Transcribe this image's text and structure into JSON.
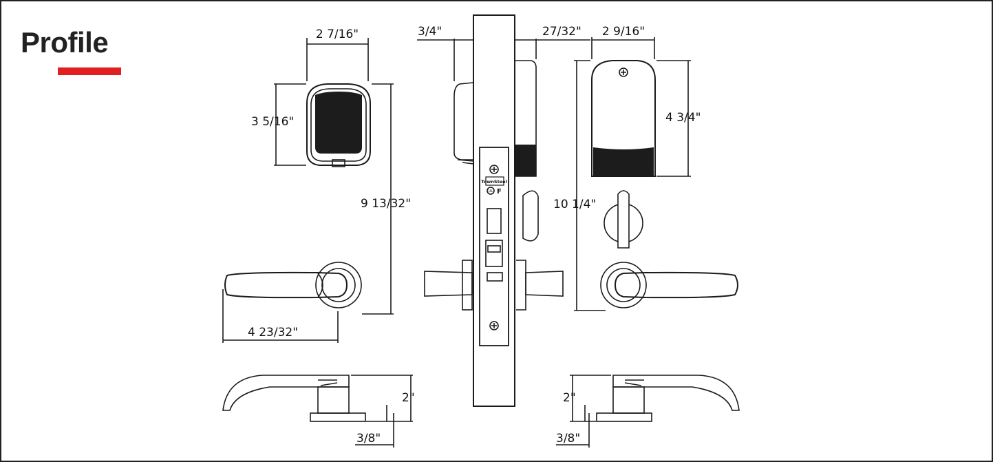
{
  "section_title": "Profile",
  "colors": {
    "accent": "#e02020",
    "ink": "#1a1a1a",
    "fill_dark": "#1c1c1c"
  },
  "brand_mark": "TownSteel",
  "ul_mark": "UL",
  "fire_rating": "F",
  "dimensions": {
    "reader_width": "2 7/16\"",
    "reader_height": "3 5/16\"",
    "exterior_height": "9 13/32\"",
    "lever_length": "4 23/32\"",
    "reader_depth": "3/4\"",
    "interior_depth": "27/32\"",
    "interior_width": "2 9/16\"",
    "interior_escutcheon_height": "4 3/4\"",
    "interior_height": "10 1/4\"",
    "lever_projection_left": "2\"",
    "rose_thickness_left": "3/8\"",
    "lever_projection_right": "2\"",
    "rose_thickness_right": "3/8\""
  }
}
